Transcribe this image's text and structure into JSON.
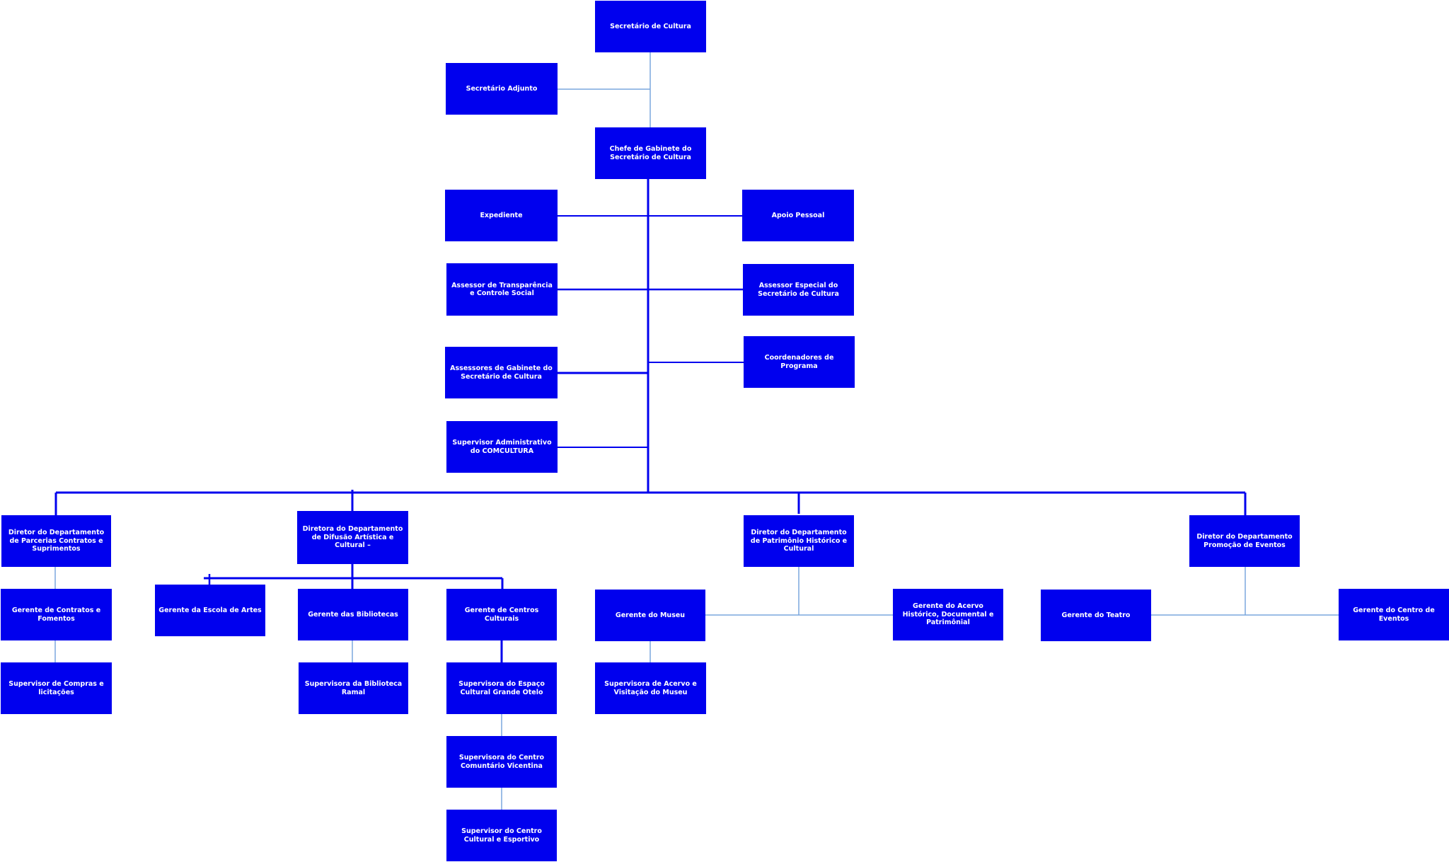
{
  "colors": {
    "box": "#0000ee",
    "text": "#ffffff",
    "main_line": "#0000ee",
    "sub_line": "#7aa7dd"
  },
  "nodes": {
    "secretario_cultura": "Secretário de Cultura",
    "secretario_adjunto": "Secretário Adjunto",
    "chefe_gabinete": "Chefe de Gabinete do Secretário de Cultura",
    "expediente": "Expediente",
    "apoio_pessoal": "Apoio Pessoal",
    "assessor_transparencia": "Assessor de Transparência e Controle Social",
    "assessor_especial": "Assessor Especial do Secretário de Cultura",
    "assessores_gabinete": "Assessores de Gabinete do Secretário de Cultura",
    "coordenadores_programa": "Coordenadores de Programa",
    "supervisor_administrativo": "Supervisor Administrativo do COMCULTURA",
    "diretor_parcerias": "Diretor  do Departamento de Parcerias Contratos e Suprimentos",
    "gerente_contratos": "Gerente de Contratos e Fomentos",
    "supervisor_compras": "Supervisor de Compras e licitações",
    "diretora_difusao": "Diretora do Departamento de Difusão Artística e Cultural –",
    "gerente_escola_artes": "Gerente da Escola de Artes",
    "gerente_bibliotecas": "Gerente das Bibliotecas",
    "supervisora_biblioteca_ramal": "Supervisora da Biblioteca Ramal",
    "gerente_centros_culturais": "Gerente de Centros Culturais",
    "supervisora_grande_otelo": "Supervisora do Espaço Cultural Grande Otelo",
    "supervisora_vicentina": "Supervisora do Centro Comuntário Vicentina",
    "supervisor_centro_esportivo": "Supervisor do Centro Cultural e Esportivo",
    "diretor_patrimonio": "Diretor do Departamento de Patrimônio Histórico e Cultural",
    "gerente_museu": "Gerente do Museu",
    "supervisora_acervo_museu": "Supervisora de Acervo e Visitação do Museu",
    "gerente_acervo_historico": "Gerente do Acervo Histórico, Documental e Patrimônial",
    "diretor_promocao_eventos": "Diretor do Departamento Promoção de Eventos",
    "gerente_teatro": "Gerente do Teatro",
    "gerente_centro_eventos": "Gerente do Centro de Eventos"
  }
}
